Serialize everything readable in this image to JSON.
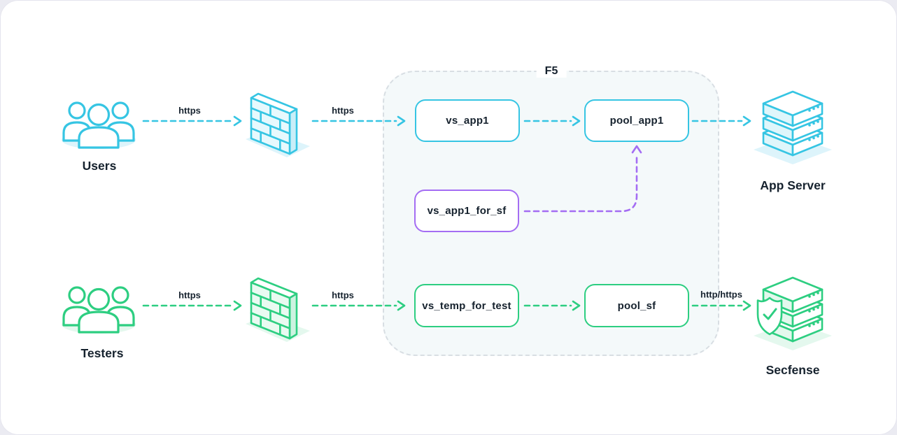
{
  "f5": {
    "label": "F5"
  },
  "actors": {
    "users": {
      "label": "Users"
    },
    "testers": {
      "label": "Testers"
    },
    "app_server": {
      "label": "App Server"
    },
    "secfense": {
      "label": "Secfense"
    }
  },
  "nodes": {
    "vs_app1": {
      "label": "vs_app1"
    },
    "pool_app1": {
      "label": "pool_app1"
    },
    "vs_app1_for_sf": {
      "label": "vs_app1_for_sf"
    },
    "vs_temp_for_test": {
      "label": "vs_temp_for_test"
    },
    "pool_sf": {
      "label": "pool_sf"
    }
  },
  "edges": [
    {
      "from": "users",
      "to": "firewall-top",
      "label": "https",
      "color": "cyan"
    },
    {
      "from": "firewall-top",
      "to": "vs_app1",
      "label": "https",
      "color": "cyan"
    },
    {
      "from": "vs_app1",
      "to": "pool_app1",
      "label": "",
      "color": "cyan"
    },
    {
      "from": "pool_app1",
      "to": "app_server",
      "label": "",
      "color": "cyan"
    },
    {
      "from": "vs_app1_for_sf",
      "to": "pool_app1",
      "label": "",
      "color": "purple"
    },
    {
      "from": "testers",
      "to": "firewall-bottom",
      "label": "https",
      "color": "green"
    },
    {
      "from": "firewall-bottom",
      "to": "vs_temp_for_test",
      "label": "https",
      "color": "green"
    },
    {
      "from": "vs_temp_for_test",
      "to": "pool_sf",
      "label": "",
      "color": "green"
    },
    {
      "from": "pool_sf",
      "to": "secfense",
      "label": "http/https",
      "color": "green"
    }
  ],
  "icons": {
    "users": "users-group-icon",
    "testers": "users-group-icon",
    "firewall_top": "firewall-icon",
    "firewall_bottom": "firewall-icon",
    "app_server": "server-stack-icon",
    "secfense": "server-stack-shield-icon"
  },
  "colors": {
    "cyan": "#36c5e3",
    "green": "#2dce81",
    "purple": "#a46df3",
    "text": "#16222e",
    "f5_background": "#f4f9fa",
    "f5_border": "#d8dee3"
  }
}
